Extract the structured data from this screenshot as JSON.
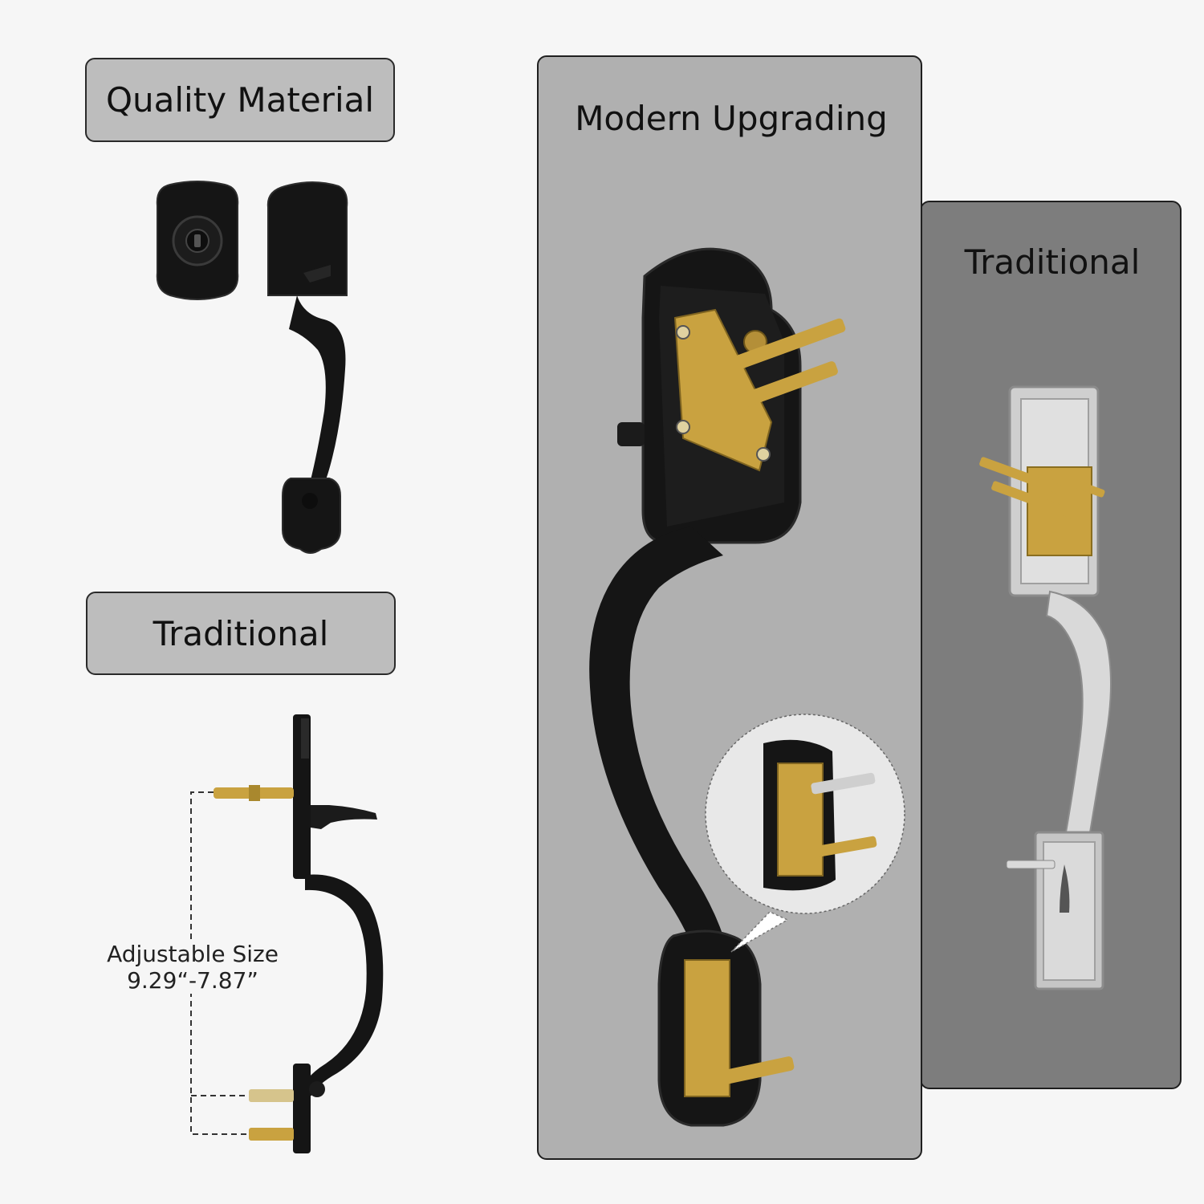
{
  "labels": {
    "quality_material": "Quality Material",
    "traditional_left": "Traditional",
    "modern_upgrading": "Modern Upgrading",
    "traditional_right": "Traditional"
  },
  "dimension": {
    "title": "Adjustable Size",
    "range": "9.29“-7.87”"
  },
  "colors": {
    "finish_black": "#151515",
    "brass": "#c9a240",
    "satin_nickel": "#cfcfcf",
    "panel_light": "#b0b0b0",
    "panel_dark": "#7d7d7d",
    "label_box": "#bdbdbd"
  }
}
